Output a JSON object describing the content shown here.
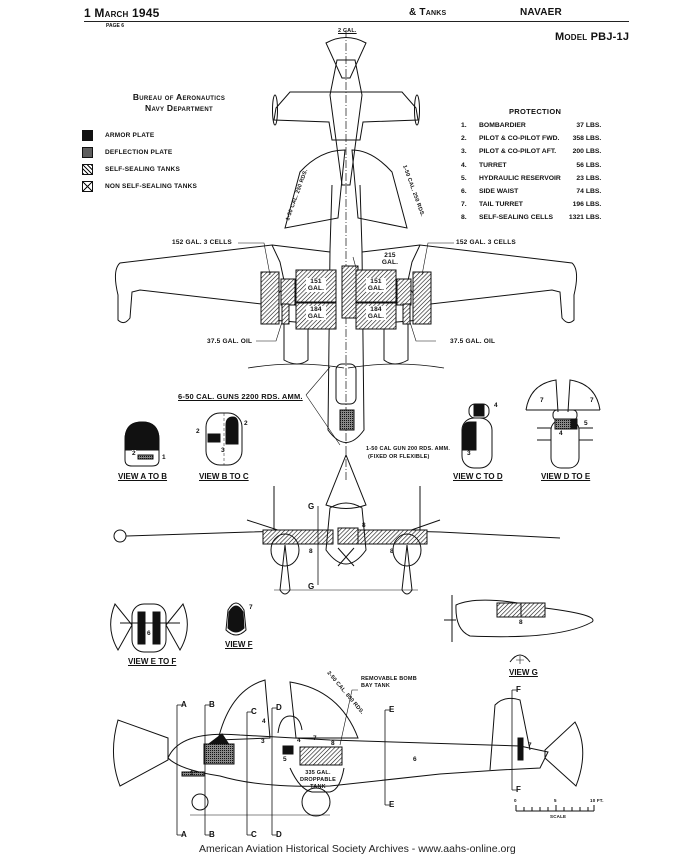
{
  "header": {
    "date": "1 March 1945",
    "center": "& Tanks",
    "right": "NAVAER",
    "page": "PAGE 6",
    "model": "Model PBJ-1J"
  },
  "org": {
    "line1": "Bureau of Aeronautics",
    "line2": "Navy Department"
  },
  "legend": [
    {
      "key": "armor",
      "label": "ARMOR PLATE"
    },
    {
      "key": "deflect",
      "label": "DEFLECTION PLATE"
    },
    {
      "key": "self",
      "label": "SELF-SEALING TANKS"
    },
    {
      "key": "non",
      "label": "NON SELF-SEALING TANKS"
    }
  ],
  "protection": {
    "title": "PROTECTION",
    "items": [
      {
        "num": "1.",
        "name": "BOMBARDIER",
        "weight": "37 LBS."
      },
      {
        "num": "2.",
        "name": "PILOT & CO-PILOT FWD.",
        "weight": "358 LBS."
      },
      {
        "num": "3.",
        "name": "PILOT & CO-PILOT AFT.",
        "weight": "200 LBS."
      },
      {
        "num": "4.",
        "name": "TURRET",
        "weight": "56 LBS."
      },
      {
        "num": "5.",
        "name": "HYDRAULIC RESERVOIR",
        "weight": "23 LBS."
      },
      {
        "num": "6.",
        "name": "SIDE WAIST",
        "weight": "74 LBS."
      },
      {
        "num": "7.",
        "name": "TAIL TURRET",
        "weight": "196 LBS."
      },
      {
        "num": "8.",
        "name": "SELF-SEALING CELLS",
        "weight": "1321 LBS."
      }
    ]
  },
  "plan_view": {
    "tail_gun_arc": "2 CAL.",
    "waist_left": "1-50 CAL. 250 RDS.",
    "waist_right": "1-50 CAL. 250 RDS.",
    "outer_cells_left": "152 GAL. 3 CELLS",
    "outer_cells_right": "152 GAL. 3 CELLS",
    "center_tank": "215 GAL.",
    "tank_fwd_left": "151 GAL.",
    "tank_fwd_right": "151 GAL.",
    "tank_aft_left": "184 GAL.",
    "tank_aft_right": "184 GAL.",
    "oil_left": "37.5 GAL. OIL",
    "oil_right": "37.5 GAL. OIL",
    "nose_guns": "6-50 CAL. GUNS 2200 RDS. AMM.",
    "flex_gun": "1-50 CAL GUN 200 RDS. AMM.",
    "flex_gun_note": "(FIXED OR FLEXIBLE)"
  },
  "views": {
    "a_to_b": {
      "label": "VIEW A TO B",
      "marks": [
        "1",
        "2"
      ]
    },
    "b_to_c": {
      "label": "VIEW B TO C",
      "marks": [
        "2",
        "2",
        "3"
      ]
    },
    "c_to_d": {
      "label": "VIEW C TO D",
      "marks": [
        "4",
        "3"
      ]
    },
    "d_to_e": {
      "label": "VIEW D TO E",
      "marks": [
        "7",
        "7",
        "4",
        "5"
      ]
    },
    "e_to_f": {
      "label": "VIEW E TO F",
      "marks": [
        "6"
      ]
    },
    "f": {
      "label": "VIEW F",
      "marks": [
        "7"
      ]
    },
    "g": {
      "label": "VIEW G",
      "marks": [
        "8"
      ]
    }
  },
  "front_view": {
    "section_top": "G",
    "section_bottom": "G",
    "cell_left": "8",
    "cell_right": "8",
    "cell_center": "8"
  },
  "side_view": {
    "sections": [
      "A",
      "B",
      "C",
      "D",
      "E",
      "F"
    ],
    "turret_arc": "2-50 CAL. 800 RDS.",
    "bomb_bay_note": "REMOVABLE BOMB BAY TANK",
    "droppable_tank": "335 GAL. DROPPABLE TANK",
    "marks": [
      "1",
      "3",
      "4",
      "4",
      "5",
      "6",
      "7",
      "7",
      "8"
    ]
  },
  "scale": {
    "ticks": [
      "0",
      "5",
      "10 FT."
    ],
    "label": "SCALE"
  },
  "footer": "American Aviation Historical Society Archives - www.aahs-online.org"
}
